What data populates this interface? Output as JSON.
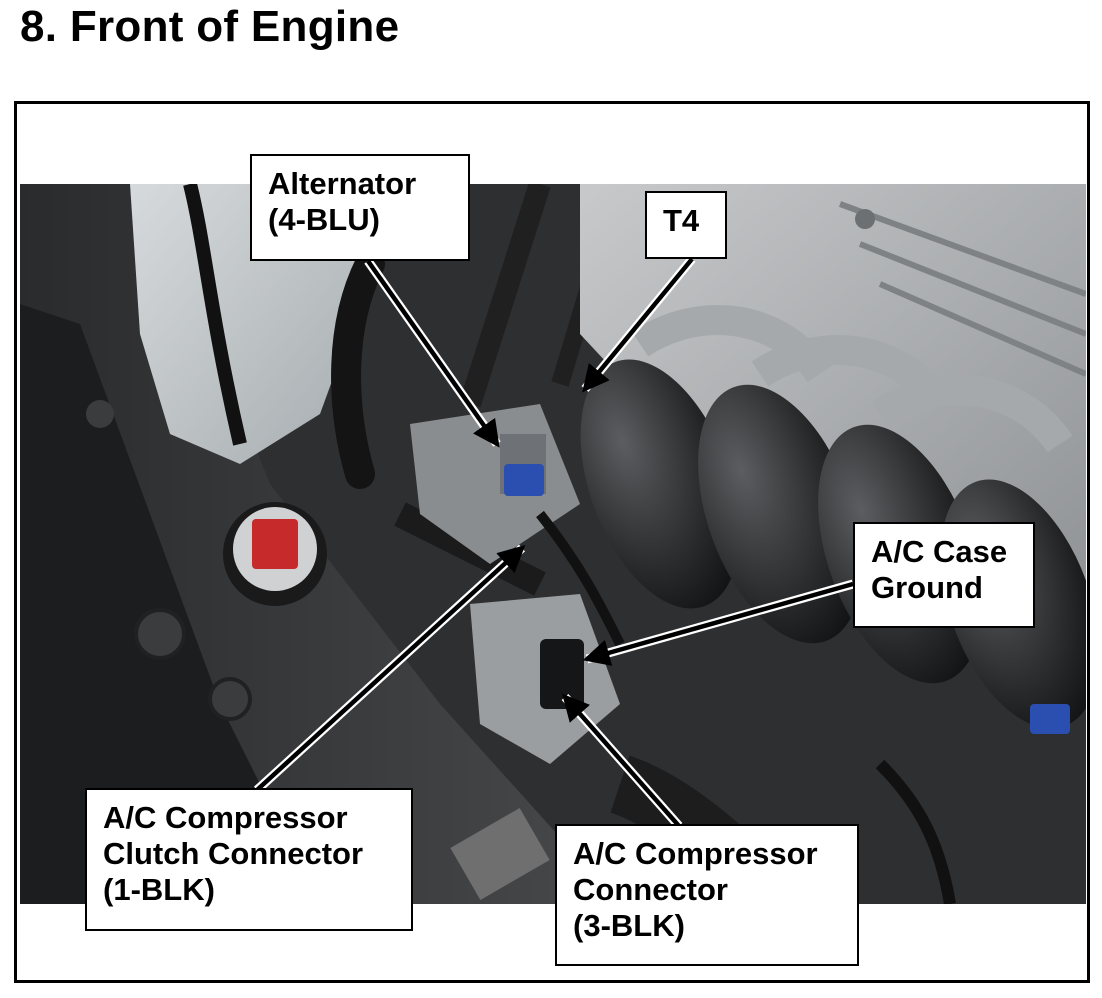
{
  "page": {
    "title": "8.  Front of Engine"
  },
  "figure": {
    "subject": "engine-bay-photo"
  },
  "callouts": {
    "alternator": {
      "line1": "Alternator",
      "line2": "(4-BLU)"
    },
    "t4": {
      "line1": "T4"
    },
    "ac_case_ground": {
      "line1": "A/C Case",
      "line2": "Ground"
    },
    "ac_clutch": {
      "line1": "A/C Compressor",
      "line2": "Clutch Connector",
      "line3": "(1-BLK)"
    },
    "ac_compressor": {
      "line1": "A/C Compressor",
      "line2": "Connector",
      "line3": "(3-BLK)"
    }
  },
  "colors": {
    "connector_blue": "#2a4fb0",
    "engine_silver": "#a9acaf",
    "engine_black": "#141516"
  }
}
